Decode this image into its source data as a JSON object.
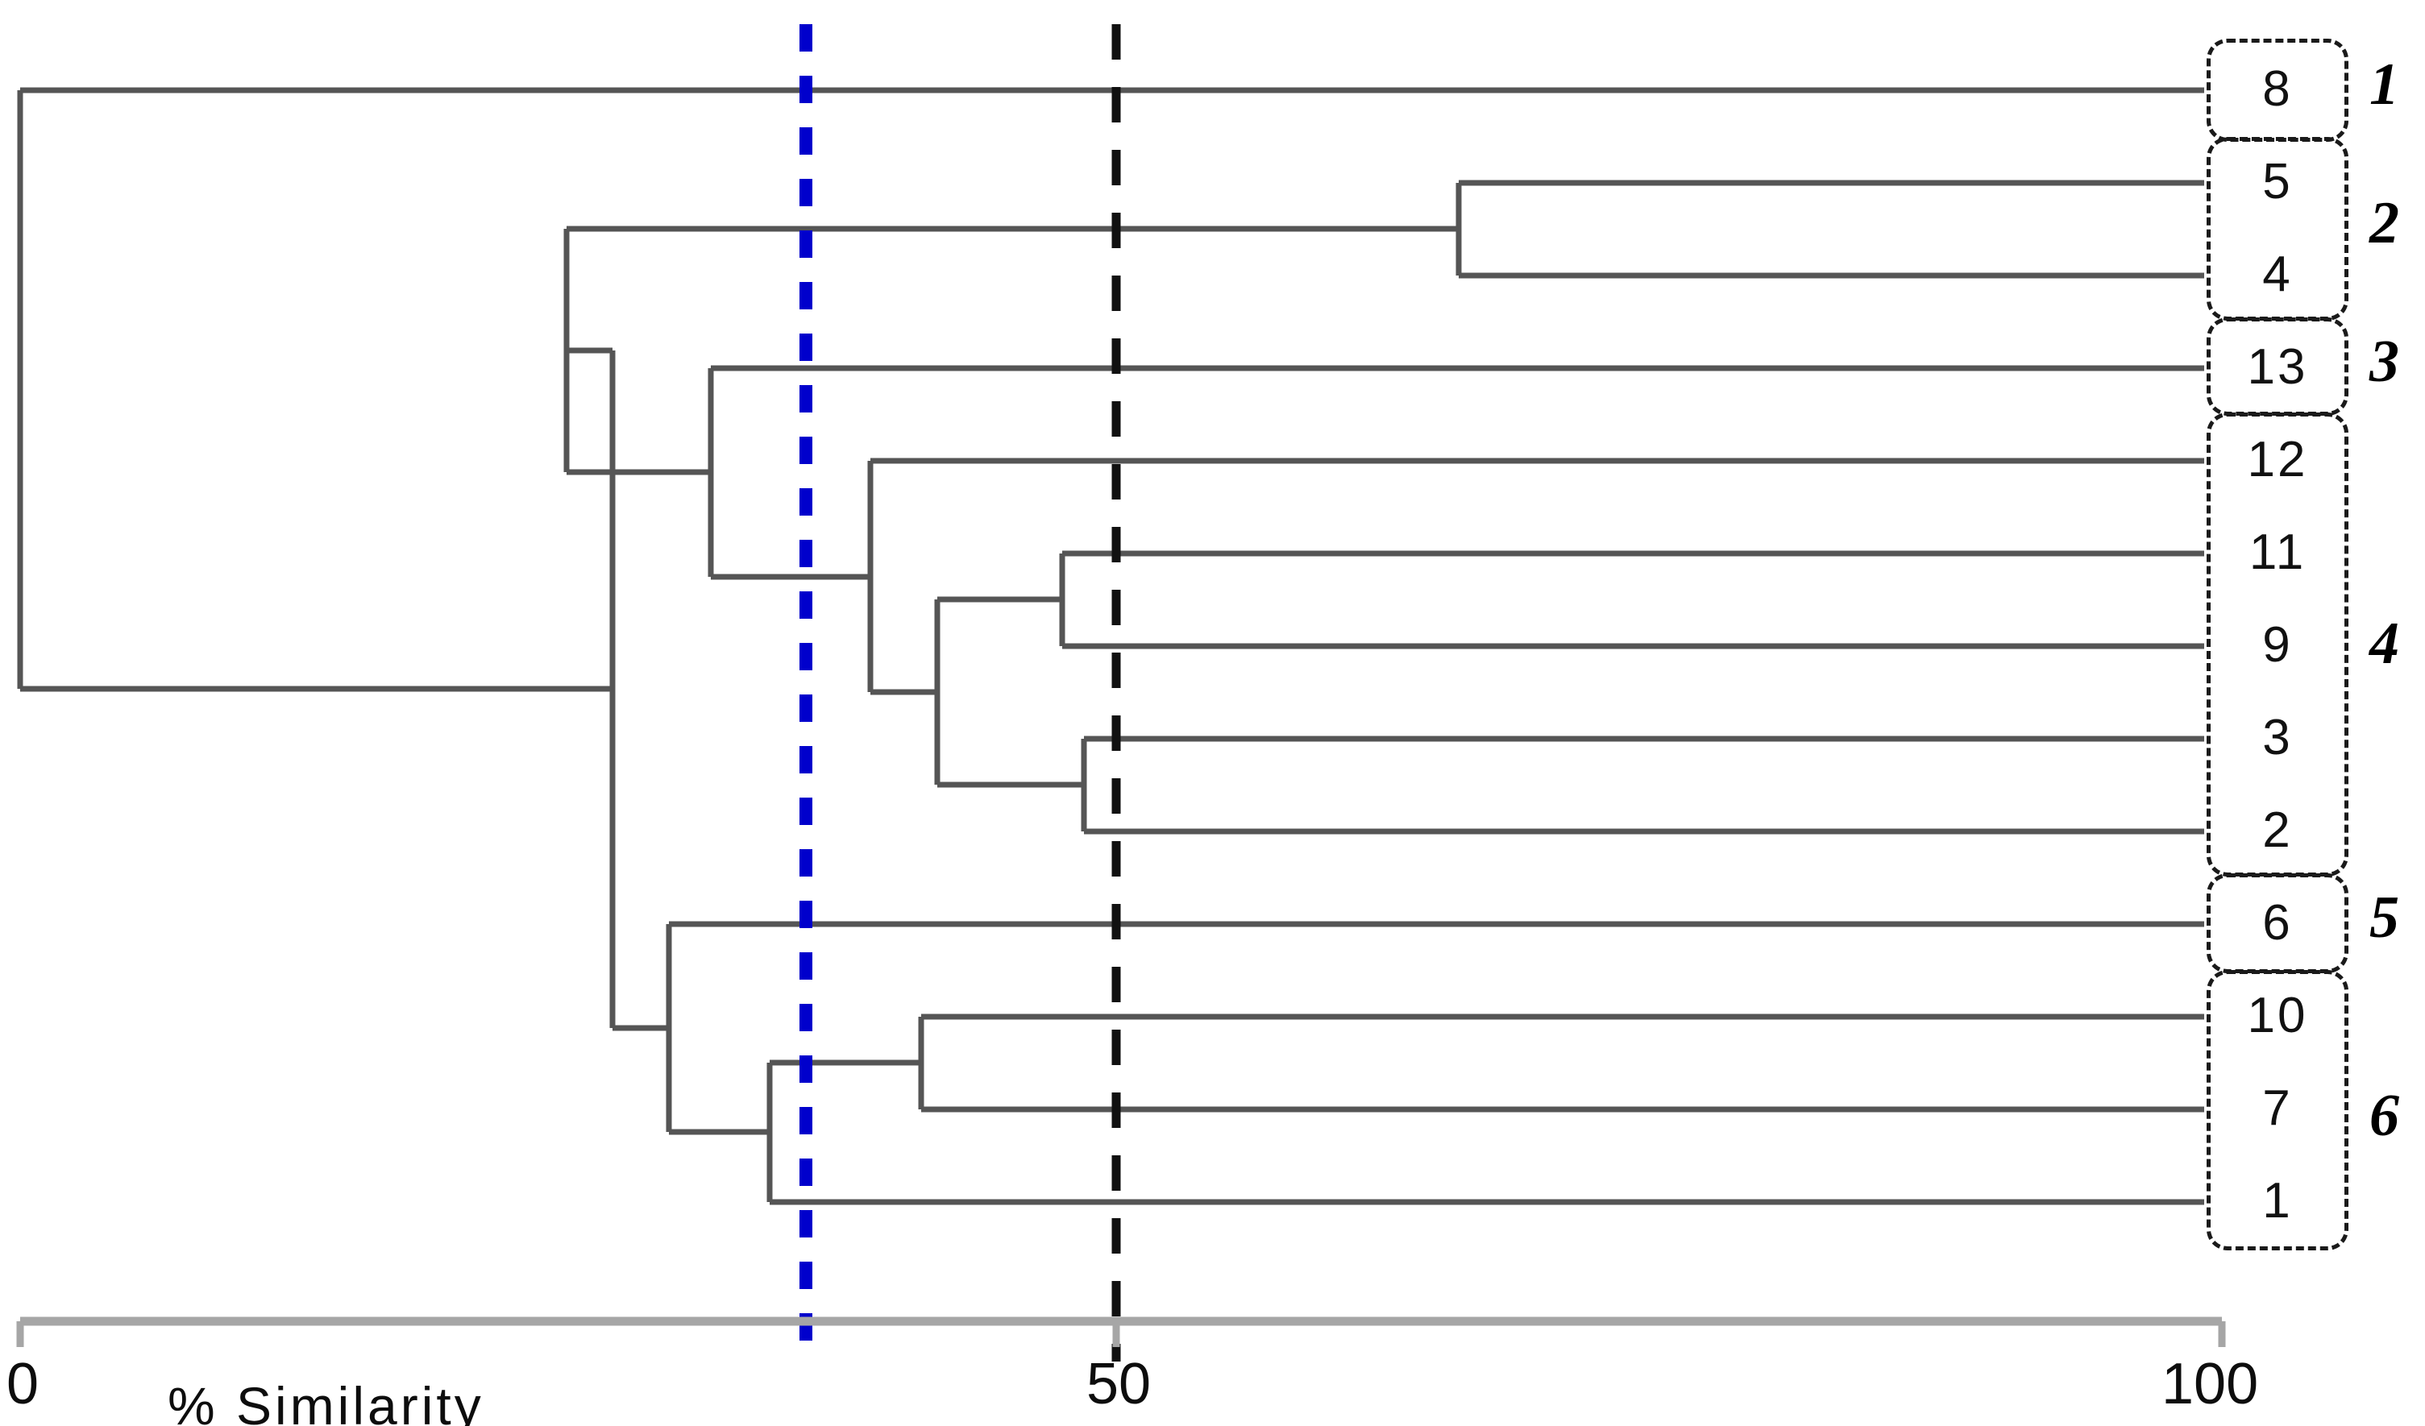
{
  "chart_data": {
    "type": "dendrogram",
    "title": "",
    "xlabel": "% Similarity",
    "ylabel": "",
    "xlim": [
      0,
      100
    ],
    "x_ticks": [
      0,
      50,
      100
    ],
    "x_tick_labels": [
      "0",
      "50",
      "100"
    ],
    "grid": false,
    "legend": "none",
    "leaf_order": [
      "8",
      "5",
      "4",
      "13",
      "12",
      "11",
      "9",
      "3",
      "2",
      "6",
      "10",
      "7",
      "1"
    ],
    "leaves": [
      {
        "label": "8",
        "row": 1,
        "group": "1"
      },
      {
        "label": "5",
        "row": 2,
        "group": "2"
      },
      {
        "label": "4",
        "row": 3,
        "group": "2"
      },
      {
        "label": "13",
        "row": 4,
        "group": "3"
      },
      {
        "label": "12",
        "row": 5,
        "group": "4"
      },
      {
        "label": "11",
        "row": 6,
        "group": "4"
      },
      {
        "label": "9",
        "row": 7,
        "group": "4"
      },
      {
        "label": "3",
        "row": 8,
        "group": "4"
      },
      {
        "label": "2",
        "row": 9,
        "group": "4"
      },
      {
        "label": "6",
        "row": 10,
        "group": "5"
      },
      {
        "label": "10",
        "row": 11,
        "group": "6"
      },
      {
        "label": "7",
        "row": 12,
        "group": "6"
      },
      {
        "label": "1",
        "row": 13,
        "group": "6"
      }
    ],
    "merges": [
      {
        "id": "m_5_4",
        "members": [
          "5",
          "4"
        ],
        "similarity": 65.4
      },
      {
        "id": "m_11_9",
        "members": [
          "11",
          "9"
        ],
        "similarity": 46.3
      },
      {
        "id": "m_3_2",
        "members": [
          "3",
          "2"
        ],
        "similarity": 46.3
      },
      {
        "id": "m_11_9_3_2",
        "members": [
          "11",
          "9",
          "3",
          "2"
        ],
        "similarity": 40.6
      },
      {
        "id": "m_12_grp",
        "members": [
          "12",
          "11",
          "9",
          "3",
          "2"
        ],
        "similarity": 38.6
      },
      {
        "id": "m_13_grp",
        "members": [
          "13",
          "12",
          "11",
          "9",
          "3",
          "2"
        ],
        "similarity": 31.4
      },
      {
        "id": "m_54_13grp",
        "members": [
          "5",
          "4",
          "13",
          "12",
          "11",
          "9",
          "3",
          "2"
        ],
        "similarity": 24.8
      },
      {
        "id": "m_10_7",
        "members": [
          "10",
          "7"
        ],
        "similarity": 41.0
      },
      {
        "id": "m_10_7_1",
        "members": [
          "10",
          "7",
          "1"
        ],
        "similarity": 34.1
      },
      {
        "id": "m_6_grp",
        "members": [
          "6",
          "10",
          "7",
          "1"
        ],
        "similarity": 29.5
      },
      {
        "id": "m_upper_lower",
        "members": [
          "5",
          "4",
          "13",
          "12",
          "11",
          "9",
          "3",
          "2",
          "6",
          "10",
          "7",
          "1"
        ],
        "similarity": 26.2
      },
      {
        "id": "m_root",
        "members": [
          "8",
          "5",
          "4",
          "13",
          "12",
          "11",
          "9",
          "3",
          "2",
          "6",
          "10",
          "7",
          "1"
        ],
        "similarity": 0.8
      }
    ],
    "cut_lines": [
      {
        "name": "blue-cut-line",
        "similarity": 35.7,
        "color": "#0000CC",
        "style": "dashed"
      },
      {
        "name": "black-cut-line",
        "similarity": 50.0,
        "color": "#111111",
        "style": "dashed"
      }
    ],
    "groups": [
      {
        "label": "1",
        "members": [
          "8"
        ]
      },
      {
        "label": "2",
        "members": [
          "5",
          "4"
        ]
      },
      {
        "label": "3",
        "members": [
          "13"
        ]
      },
      {
        "label": "4",
        "members": [
          "12",
          "11",
          "9",
          "3",
          "2"
        ]
      },
      {
        "label": "5",
        "members": [
          "6"
        ]
      },
      {
        "label": "6",
        "members": [
          "10",
          "7",
          "1"
        ]
      }
    ]
  },
  "axis": {
    "tick_0": "0",
    "tick_50": "50",
    "tick_100": "100",
    "title": "% Similarity"
  },
  "groups": {
    "g1": {
      "label": "1",
      "leaves": [
        "8"
      ]
    },
    "g2": {
      "label": "2",
      "leaves": [
        "5",
        "4"
      ]
    },
    "g3": {
      "label": "3",
      "leaves": [
        "13"
      ]
    },
    "g4": {
      "label": "4",
      "leaves": [
        "12",
        "11",
        "9",
        "3",
        "2"
      ]
    },
    "g5": {
      "label": "5",
      "leaves": [
        "6"
      ]
    },
    "g6": {
      "label": "6",
      "leaves": [
        "10",
        "7",
        "1"
      ]
    }
  },
  "colors": {
    "branch": "#555555",
    "blue_cut": "#0000CC",
    "black_cut": "#111111",
    "axis": "#9a9a9a",
    "text": "#111111"
  }
}
